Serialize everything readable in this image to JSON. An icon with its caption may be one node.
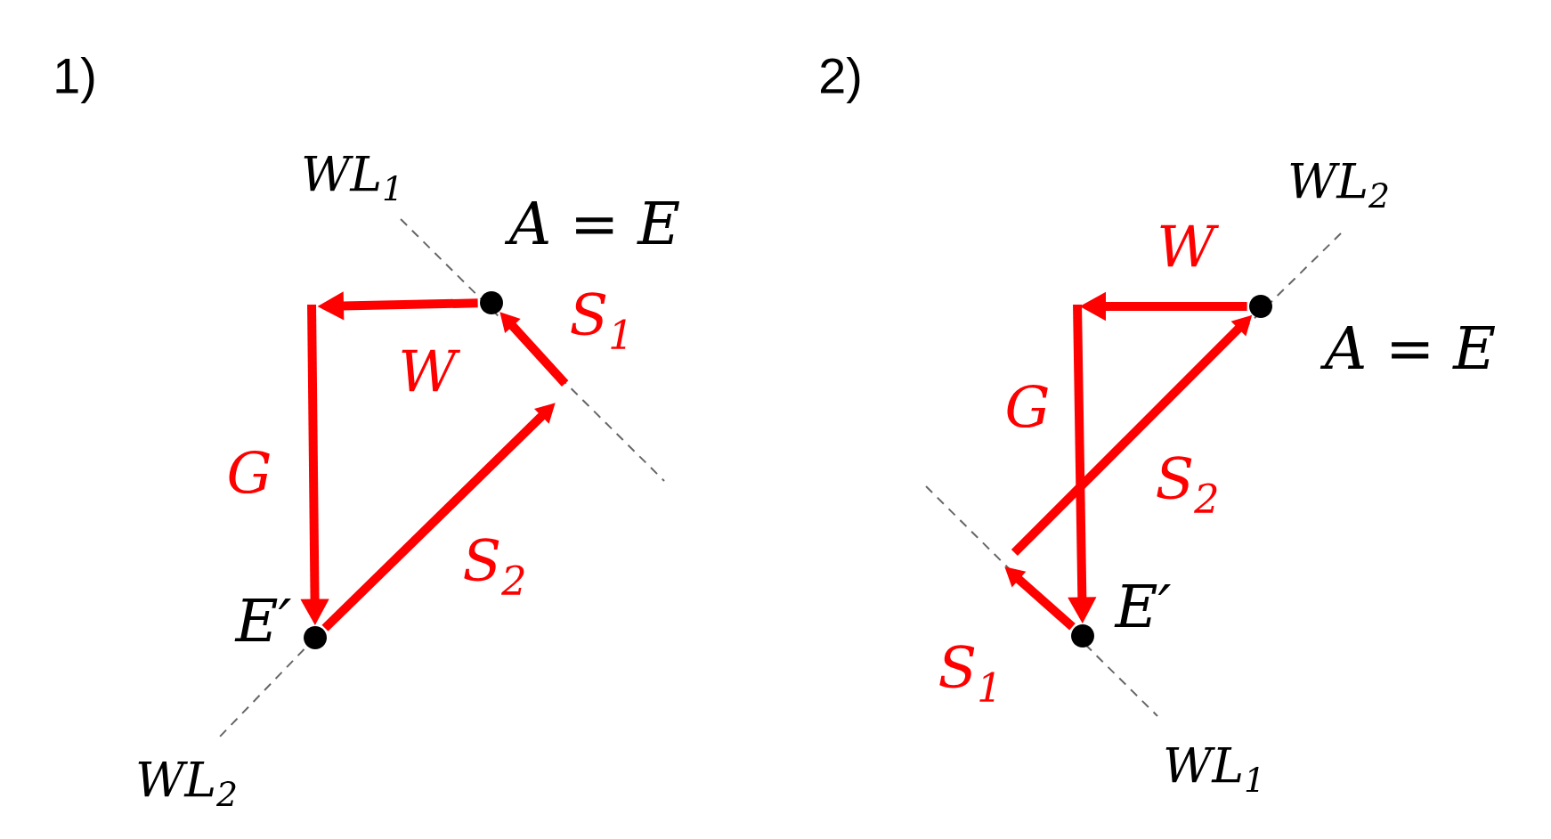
{
  "diagram": {
    "nodes": [
      {
        "text": [],
        "shape": "circle",
        "beside": [
          "A = E"
        ]
      },
      {
        "text": [],
        "shape": "circle",
        "beside": [
          "E′"
        ]
      },
      {
        "text": [],
        "shape": "circle",
        "beside": [
          "A = E"
        ]
      },
      {
        "text": [],
        "shape": "circle",
        "beside": [
          "E′"
        ]
      }
    ],
    "edges": [
      {
        "from": 0,
        "to": null,
        "arrow": "to",
        "label": "W"
      },
      {
        "from": null,
        "to": 1,
        "arrow": "to",
        "label": "G"
      },
      {
        "from": 1,
        "to": null,
        "arrow": "to",
        "label": "S$_{2}$"
      },
      {
        "from": null,
        "to": 0,
        "arrow": "to",
        "label": "S$_{1}$"
      },
      {
        "from": 2,
        "to": null,
        "arrow": "to",
        "label": "W"
      },
      {
        "from": null,
        "to": 3,
        "arrow": "to",
        "label": "G"
      },
      {
        "from": null,
        "to": 2,
        "arrow": "to",
        "label": "S$_{2}$"
      },
      {
        "from": 3,
        "to": null,
        "arrow": "to",
        "label": "S$_{1}$"
      }
    ],
    "labels": [
      "1)",
      "2)",
      "WL$_{1}$",
      "WL$_{2}$",
      "WL$_{2}$",
      "WL$_{1}$"
    ]
  }
}
